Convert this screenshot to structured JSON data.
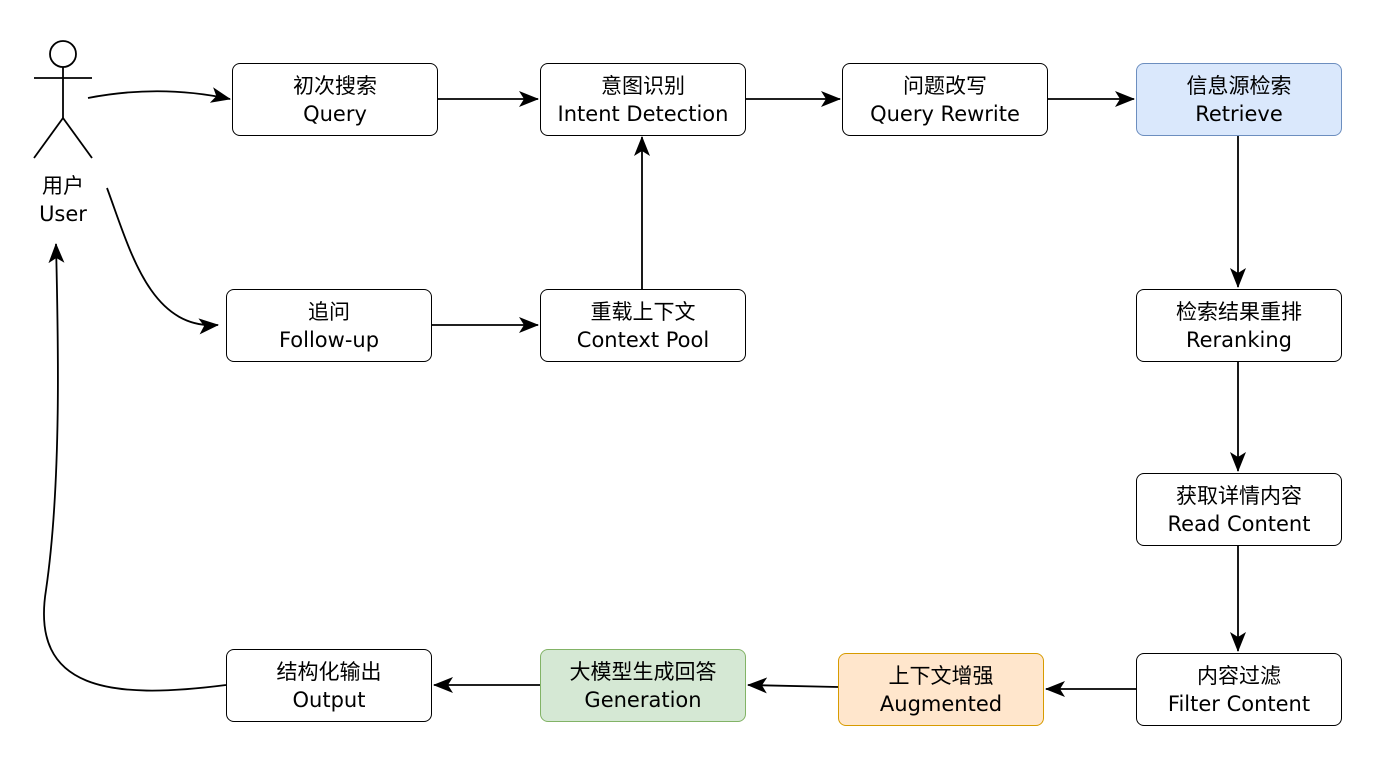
{
  "actor": {
    "label_cn": "用户",
    "label_en": "User",
    "icon": "stick-figure-icon"
  },
  "nodes": {
    "query": {
      "cn": "初次搜索",
      "en": "Query"
    },
    "intent": {
      "cn": "意图识别",
      "en": "Intent Detection"
    },
    "rewrite": {
      "cn": "问题改写",
      "en": "Query Rewrite"
    },
    "retrieve": {
      "cn": "信息源检索",
      "en": "Retrieve"
    },
    "followup": {
      "cn": "追问",
      "en": "Follow-up"
    },
    "context": {
      "cn": "重载上下文",
      "en": "Context Pool"
    },
    "rerank": {
      "cn": "检索结果重排",
      "en": "Reranking"
    },
    "read": {
      "cn": "获取详情内容",
      "en": "Read Content"
    },
    "filter": {
      "cn": "内容过滤",
      "en": "Filter Content"
    },
    "augment": {
      "cn": "上下文增强",
      "en": "Augmented"
    },
    "generate": {
      "cn": "大模型生成回答",
      "en": "Generation"
    },
    "output": {
      "cn": "结构化输出",
      "en": "Output"
    }
  },
  "colors": {
    "default_fill": "#ffffff",
    "default_stroke": "#000000",
    "retrieve_fill": "#dae8fc",
    "retrieve_stroke": "#6c8ebf",
    "augment_fill": "#ffe6cc",
    "augment_stroke": "#d79b00",
    "generate_fill": "#d5e8d4",
    "generate_stroke": "#82b366"
  },
  "edges": [
    {
      "from": "user",
      "to": "query"
    },
    {
      "from": "user",
      "to": "followup"
    },
    {
      "from": "query",
      "to": "intent"
    },
    {
      "from": "intent",
      "to": "rewrite"
    },
    {
      "from": "rewrite",
      "to": "retrieve"
    },
    {
      "from": "followup",
      "to": "context"
    },
    {
      "from": "context",
      "to": "intent"
    },
    {
      "from": "retrieve",
      "to": "rerank"
    },
    {
      "from": "rerank",
      "to": "read"
    },
    {
      "from": "read",
      "to": "filter"
    },
    {
      "from": "filter",
      "to": "augment"
    },
    {
      "from": "augment",
      "to": "generate"
    },
    {
      "from": "generate",
      "to": "output"
    },
    {
      "from": "output",
      "to": "user"
    }
  ]
}
